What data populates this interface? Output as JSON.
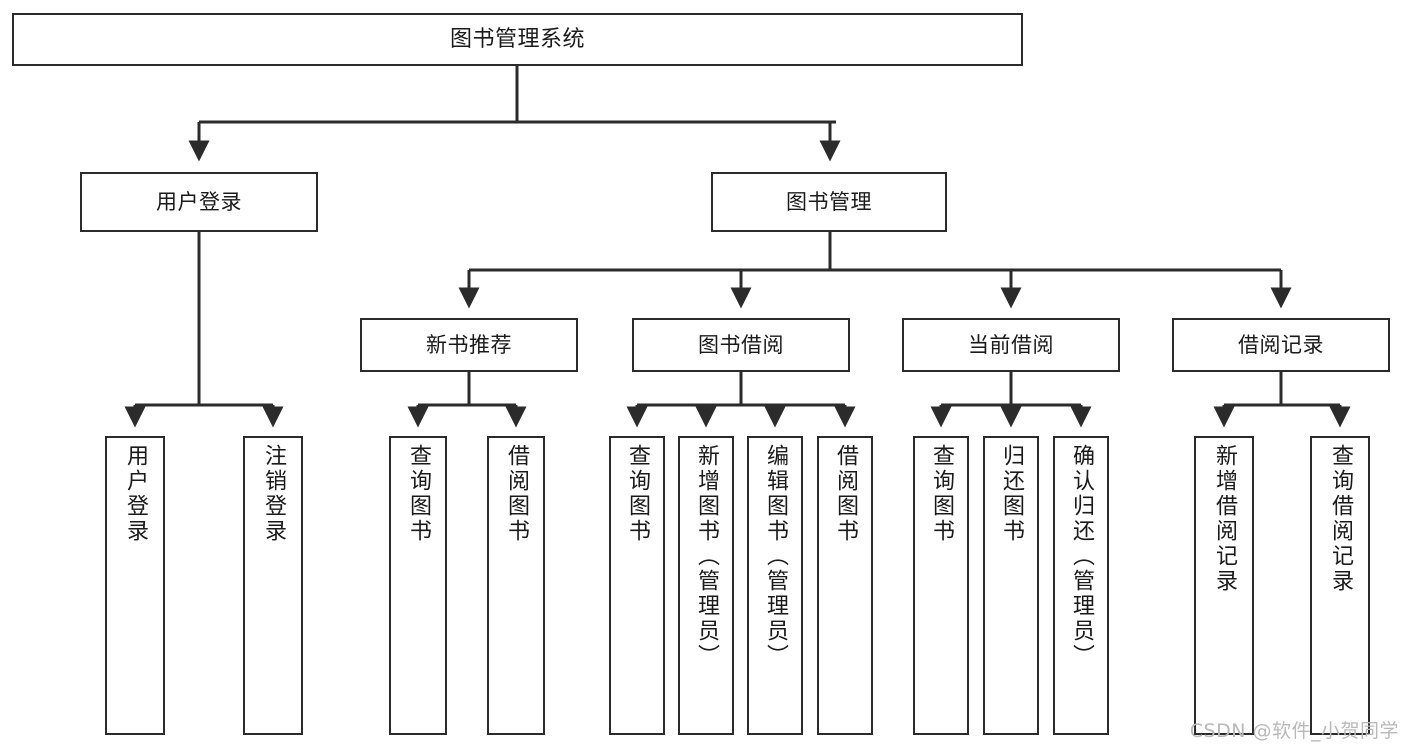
{
  "diagram": {
    "title": "图书管理系统",
    "watermark": "CSDN @软件_小贺同学",
    "stroke_color": "#2b2b2b",
    "fill_color": "#ffffff",
    "text_color": "#1a1a1a",
    "root": {
      "label": "图书管理系统"
    },
    "level1": [
      {
        "label": "用户登录"
      },
      {
        "label": "图书管理"
      }
    ],
    "level2": [
      {
        "label": "新书推荐"
      },
      {
        "label": "图书借阅"
      },
      {
        "label": "当前借阅"
      },
      {
        "label": "借阅记录"
      }
    ],
    "leaves": {
      "user_login": [
        {
          "label": "用户登录"
        },
        {
          "label": "注销登录"
        }
      ],
      "new_book": [
        {
          "label": "查询图书"
        },
        {
          "label": "借阅图书"
        }
      ],
      "book_borrow": [
        {
          "label": "查询图书"
        },
        {
          "label": "新增图书（管理员）"
        },
        {
          "label": "编辑图书（管理员）"
        },
        {
          "label": "借阅图书"
        }
      ],
      "current_borrow": [
        {
          "label": "查询图书"
        },
        {
          "label": "归还图书"
        },
        {
          "label": "确认归还（管理员）"
        }
      ],
      "borrow_record": [
        {
          "label": "新增借阅记录"
        },
        {
          "label": "查询借阅记录"
        }
      ]
    }
  }
}
